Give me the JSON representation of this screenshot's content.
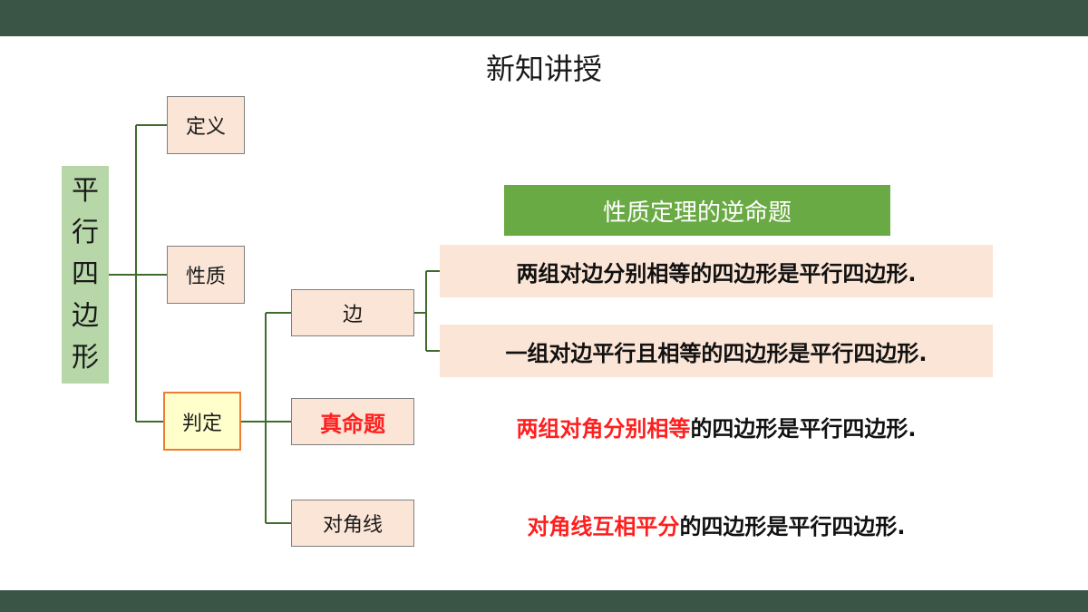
{
  "page": {
    "title": "新知讲授"
  },
  "colors": {
    "band": "#3a5445",
    "line": "#3f6b2f",
    "root_fill": "#b7d7a8",
    "node_fill": "#fbe5d6",
    "judge_fill": "#ffffcc",
    "header_fill": "#6aaa44",
    "highlight": "#ff1f1f"
  },
  "tree": {
    "root": [
      "平",
      "行",
      "四",
      "边",
      "形"
    ],
    "level1": {
      "definition": "定义",
      "property": "性质",
      "judgment": "判定"
    },
    "level2": {
      "side": "边",
      "true_prop": "真命题",
      "diagonal": "对角线"
    }
  },
  "converse": {
    "header": "性质定理的逆命题",
    "side_1": "两组对边分别相等的四边形是平行四边形.",
    "side_2": "一组对边平行且相等的四边形是平行四边形.",
    "angle": {
      "highlight": "两组对角分别相等",
      "rest": "的四边形是平行四边形."
    },
    "diagonal": {
      "highlight": "对角线互相平分",
      "rest": "的四边形是平行四边形."
    }
  }
}
